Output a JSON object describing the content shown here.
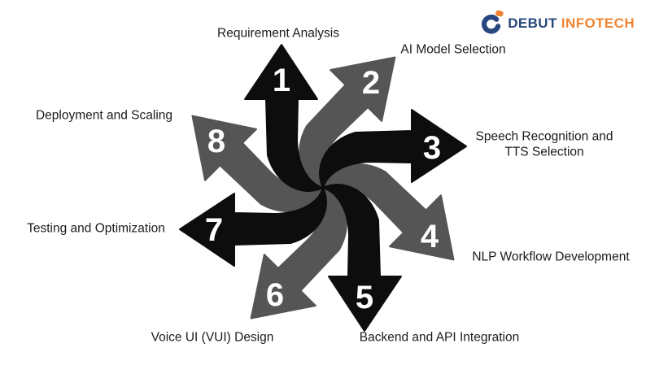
{
  "logo": {
    "part1": "DEBUT",
    "part2": "INFOTECH"
  },
  "steps": [
    {
      "num": "1",
      "label": "Requirement Analysis",
      "color": "black"
    },
    {
      "num": "2",
      "label": "AI Model Selection",
      "color": "gray"
    },
    {
      "num": "3",
      "label": "Speech Recognition and TTS Selection",
      "color": "black"
    },
    {
      "num": "4",
      "label": "NLP Workflow Development",
      "color": "gray"
    },
    {
      "num": "5",
      "label": "Backend and API Integration",
      "color": "black"
    },
    {
      "num": "6",
      "label": "Voice UI (VUI) Design",
      "color": "gray"
    },
    {
      "num": "7",
      "label": "Testing and Optimization",
      "color": "black"
    },
    {
      "num": "8",
      "label": "Deployment and Scaling",
      "color": "gray"
    }
  ],
  "colors": {
    "black_arrow": "#0d0d0d",
    "gray_arrow": "#555555",
    "label_text": "#1b1b1b",
    "logo_blue": "#27477e",
    "logo_orange": "#ef8432",
    "background": "#ffffff",
    "number_text": "#ffffff"
  }
}
